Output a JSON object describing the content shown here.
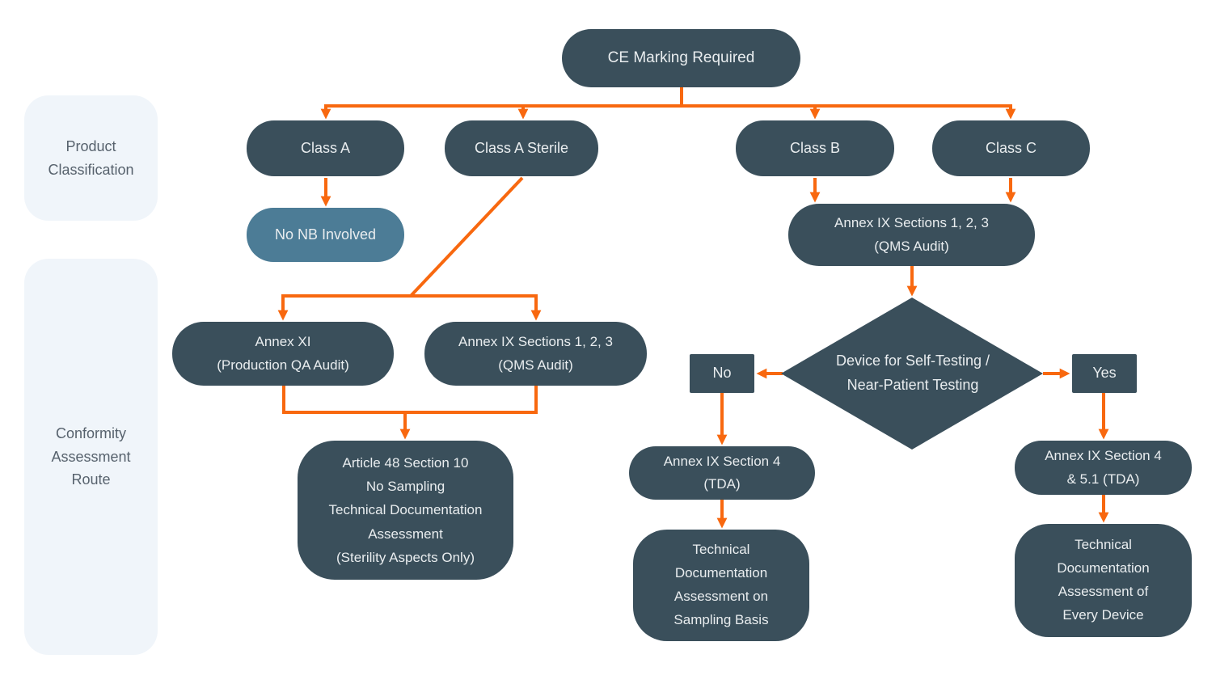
{
  "colors": {
    "node_dark": "#3A4F5B",
    "node_steel": "#4C7C96",
    "arrow": "#F8680F",
    "panel_bg": "#F0F5FA",
    "panel_text": "#57626D",
    "node_text": "#E9EDEF",
    "background": "#FFFFFF"
  },
  "side_panels": {
    "product_classification": "Product\nClassification",
    "conformity_assessment_route": "Conformity\nAssessment\nRoute"
  },
  "nodes": {
    "ce_marking": "CE Marking Required",
    "class_a": "Class A",
    "class_a_sterile": "Class A Sterile",
    "class_b": "Class B",
    "class_c": "Class C",
    "no_nb": "No NB Involved",
    "annex_xi": "Annex XI\n(Production QA Audit)",
    "annex_ix_qms_sterile": "Annex IX Sections 1, 2, 3\n(QMS Audit)",
    "annex_ix_qms_bc": "Annex IX Sections 1, 2, 3\n(QMS Audit)",
    "article_48": "Article 48 Section 10\nNo Sampling\nTechnical Documentation Assessment\n(Sterility Aspects Only)",
    "decision": "Device for Self-Testing /\nNear-Patient Testing",
    "no_label": "No",
    "yes_label": "Yes",
    "annex_ix_s4": "Annex IX Section 4\n(TDA)",
    "tda_sampling": "Technical\nDocumentation\nAssessment on\nSampling Basis",
    "annex_ix_s4_51": "Annex IX Section 4\n& 5.1 (TDA)",
    "tda_every": "Technical\nDocumentation\nAssessment of\nEvery Device"
  }
}
